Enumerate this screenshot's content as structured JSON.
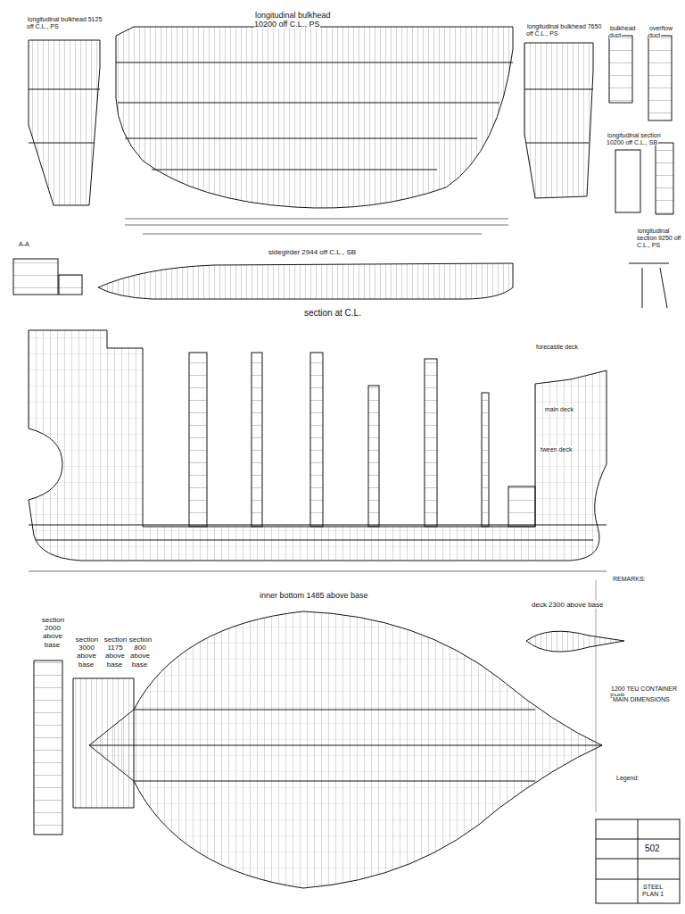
{
  "diagram": {
    "labels": [
      "longitudinal bulkhead 5125 off C.L., PS",
      "longitudinal bulkhead 10200 off C.L., PS",
      "longitudinal bulkhead 7650 off C.L., PS",
      "bulkhead duct",
      "overflow duct",
      "longitudinal section 10200 off C.L., SB",
      "longitudinal section 9250 off C.L., PS",
      "A-A",
      "sidegirder 2944 off C.L., SB",
      "section at C.L.",
      "forecastle deck",
      "main deck",
      "tween deck",
      "inner bottom 1485 above base",
      "deck 2300 above base",
      "section 2000 above base",
      "section 3000 above base",
      "section 1175 above base",
      "section 800 above base",
      "REMARKS:",
      "1200 TEU CONTAINER SHIP",
      "MAIN DIMENSIONS",
      "Legend:",
      "502",
      "STEEL PLAN 1"
    ]
  }
}
